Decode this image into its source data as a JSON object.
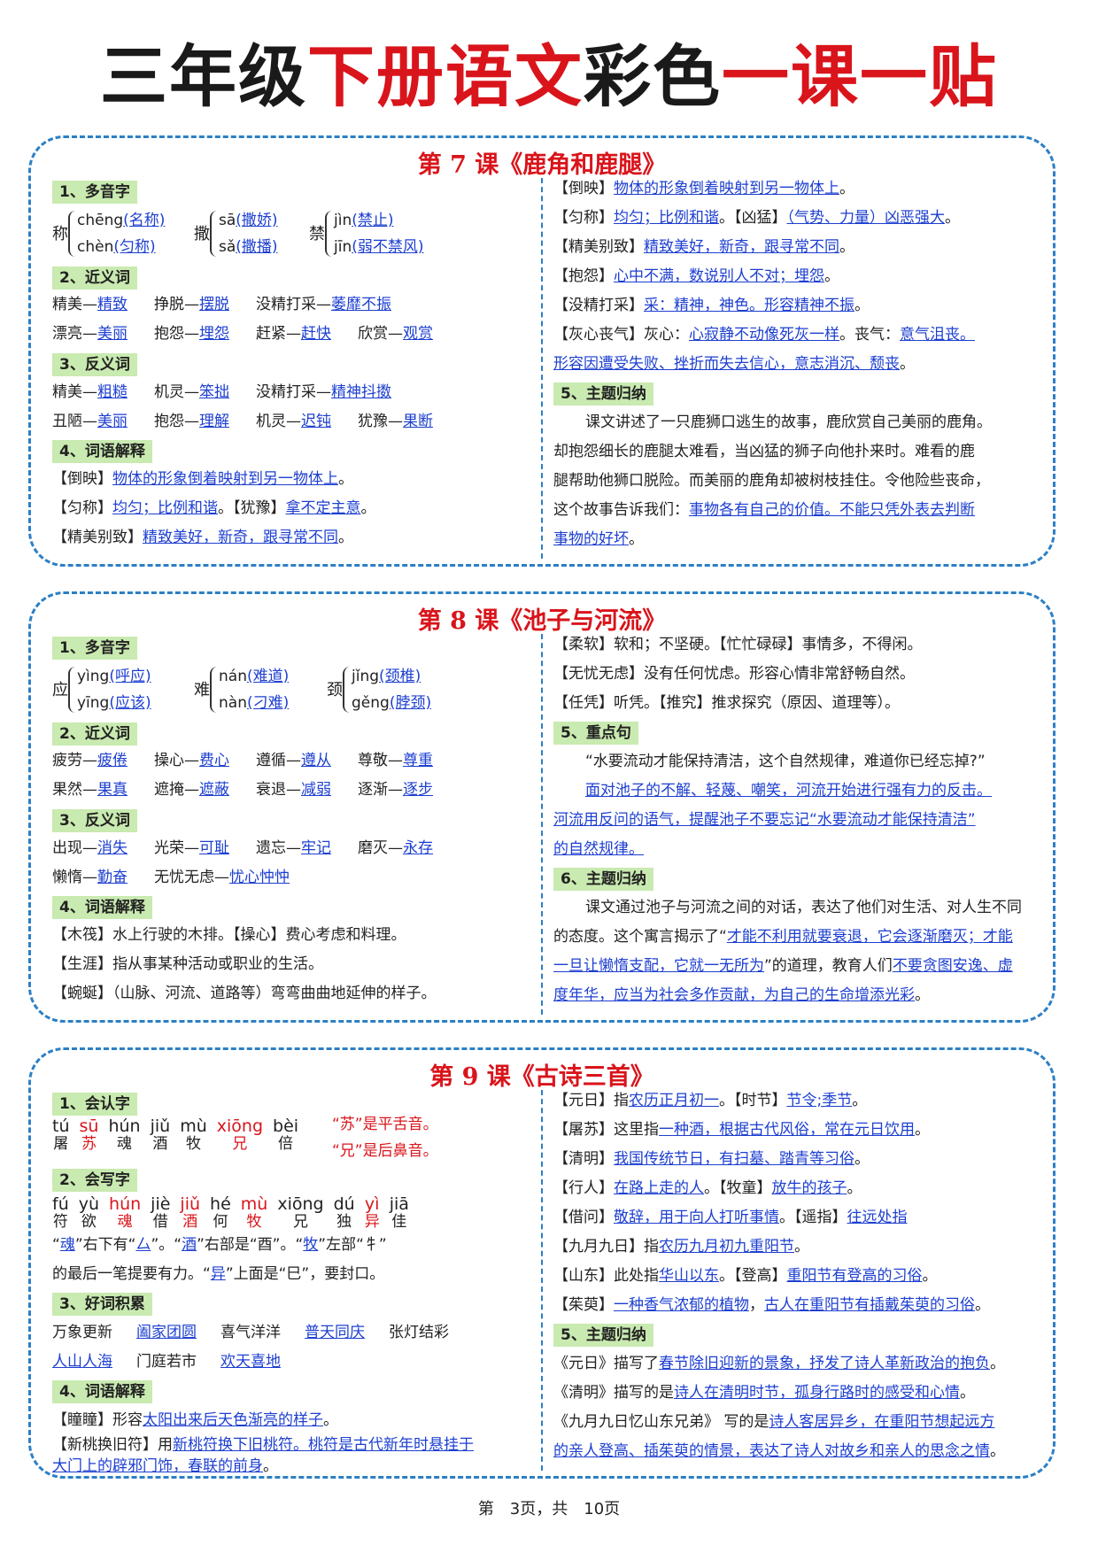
{
  "title": {
    "p1": "三年级",
    "p2": "下册语文",
    "p3": "彩色",
    "p4": "一课一贴"
  },
  "l7": {
    "title": "第 7 课《鹿角和鹿腿》",
    "h1": "1、多音字",
    "h2": "2、近义词",
    "h3": "3、反义词",
    "h4": "4、词语解释",
    "h5": "5、主题归纳",
    "poly": [
      {
        "ch": "称",
        "a": "chēng",
        "aw": "(名称)",
        "b": "chèn",
        "bw": "(匀称)"
      },
      {
        "ch": "撒",
        "a": "sā",
        "aw": "(撒娇)",
        "b": "sǎ",
        "bw": "(撒播)"
      },
      {
        "ch": "禁",
        "a": "jìn",
        "aw": "(禁止)",
        "b": "jīn",
        "bw": "(弱不禁风)"
      }
    ],
    "syn1": [
      "精美—",
      "精致",
      "挣脱—",
      "摆脱",
      "没精打采—",
      "萎靡不振"
    ],
    "syn2": [
      "漂亮—",
      "美丽",
      "抱怨—",
      "埋怨",
      "赶紧—",
      "赶快",
      "欣赏—",
      "观赏"
    ],
    "ant1": [
      "精美—",
      "粗糙",
      "机灵—",
      "笨拙",
      "没精打采—",
      "精神抖擞"
    ],
    "ant2": [
      "丑陋—",
      "美丽",
      "抱怨—",
      "理解",
      "机灵—",
      "迟钝",
      "犹豫—",
      "果断"
    ],
    "e1": [
      "【倒映】",
      "物体的形象倒着映射到另一物体上",
      "。"
    ],
    "e2": [
      "【匀称】",
      "均匀；比例和谐",
      "。【犹豫】",
      "拿不定主意",
      "。"
    ],
    "e3": [
      "【精美别致】",
      "精致美好，新奇，跟寻常不同",
      "。"
    ],
    "r1": [
      "【倒映】",
      "物体的形象倒着映射到另一物体上",
      "。"
    ],
    "r2": [
      "【匀称】",
      "均匀；比例和谐",
      "。【凶猛】",
      "（气势、力量）凶恶强大",
      "。"
    ],
    "r3": [
      "【精美别致】",
      "精致美好，新奇，跟寻常不同",
      "。"
    ],
    "r4": [
      "【抱怨】",
      "心中不满，数说别人不对；埋怨",
      "。"
    ],
    "r5": [
      "【没精打采】",
      "采：精神，神色。形容精神不振",
      "。"
    ],
    "r6": [
      "【灰心丧气】灰心：",
      "心寂静不动像死灰一样",
      "。丧气：",
      "意气沮丧。"
    ],
    "r7": "形容因遭受失败、挫折而失去信心，意志消沉、颓丧",
    "r7e": "。",
    "t1": "课文讲述了一只鹿狮口逃生的故事，鹿欣赏自己美丽的鹿角。",
    "t2": "却抱怨细长的鹿腿太难看，当凶猛的狮子向他扑来时。难看的鹿",
    "t3": "腿帮助他狮口脱险。而美丽的鹿角却被树枝挂住。令他险些丧命，",
    "t4a": "这个故事告诉我们：",
    "t4b": "事物各有自己的价值。不能只凭外表去判断",
    "t5": "事物的好坏",
    "t5e": "。"
  },
  "l8": {
    "title": "第 8 课《池子与河流》",
    "h1": "1、多音字",
    "h2": "2、近义词",
    "h3": "3、反义词",
    "h4": "4、词语解释",
    "h5": "5、重点句",
    "h6": "6、主题归纳",
    "poly": [
      {
        "ch": "应",
        "a": "yìng",
        "aw": "(呼应)",
        "b": "yīng",
        "bw": "(应该)"
      },
      {
        "ch": "难",
        "a": "nán",
        "aw": "(难道)",
        "b": "nàn",
        "bw": "(刁难)"
      },
      {
        "ch": "颈",
        "a": "jǐng",
        "aw": "(颈椎)",
        "b": "gěng",
        "bw": "(脖颈)"
      }
    ],
    "syn1": [
      "疲劳—",
      "疲倦",
      "操心—",
      "费心",
      "遵循—",
      "遵从",
      "尊敬—",
      "尊重"
    ],
    "syn2": [
      "果然—",
      "果真",
      "遮掩—",
      "遮蔽",
      "衰退—",
      "减弱",
      "逐渐—",
      "逐步"
    ],
    "ant1": [
      "出现—",
      "消失",
      "光荣—",
      "可耻",
      "遗忘—",
      "牢记",
      "磨灭—",
      "永存"
    ],
    "ant2": [
      "懒惰—",
      "勤奋",
      "无忧无虑—",
      "忧心忡忡"
    ],
    "e1": "【木筏】水上行驶的木排。【操心】费心考虑和料理。",
    "e2": "【生涯】指从事某种活动或职业的生活。",
    "e3": "【蜿蜒】（山脉、河流、道路等）弯弯曲曲地延伸的样子。",
    "r1": "【柔软】软和；不坚硬。【忙忙碌碌】事情多，不得闲。",
    "r2": "【无忧无虑】没有任何忧虑。形容心情非常舒畅自然。",
    "r3": "【任凭】听凭。【推究】推求探究（原因、道理等）。",
    "k1": "“水要流动才能保持清洁，这个自然规律，难道你已经忘掉?”",
    "k2": "面对池子的不解、轻蔑、嘲笑，河流开始进行强有力的反击。",
    "k3": "河流用反问的语气，提醒池子不要忘记“水要流动才能保持清洁”",
    "k4": "的自然规律。",
    "t1": "课文通过池子与河流之间的对话，表达了他们对生活、对人生不同",
    "t2a": "的态度。这个寓言揭示了“",
    "t2b": "才能不利用就要衰退，它会逐渐磨灭；才能",
    "t3a": "一旦让懒惰支配，它就一无所为",
    "t3b": "”的道理，教育人们",
    "t3c": "不要贪图安逸、虚",
    "t4": "度年华，应当为社会多作贡献，为自己的生命增添光彩",
    "t4e": "。"
  },
  "l9": {
    "title": "第 9 课《古诗三首》",
    "h1": "1、会认字",
    "h2": "2、会写字",
    "h3": "3、好词积累",
    "h4": "4、词语解释",
    "h5": "5、主题归纳",
    "read": [
      {
        "p": "tú",
        "c": "屠",
        "red": false
      },
      {
        "p": "sū",
        "c": "苏",
        "red": true
      },
      {
        "p": "hún",
        "c": "魂",
        "red": false
      },
      {
        "p": "jiǔ",
        "c": "酒",
        "red": false
      },
      {
        "p": "mù",
        "c": "牧",
        "red": false
      },
      {
        "p": "xiōng",
        "c": "兄",
        "red": true
      },
      {
        "p": "bèi",
        "c": "倍",
        "red": false
      }
    ],
    "note1": "“苏”是平舌音。",
    "note2": "“兄”是后鼻音。",
    "write": [
      {
        "p": "fú",
        "c": "符",
        "red": false
      },
      {
        "p": "yù",
        "c": "欲",
        "red": false
      },
      {
        "p": "hún",
        "c": "魂",
        "red": true
      },
      {
        "p": "jiè",
        "c": "借",
        "red": false
      },
      {
        "p": "jiǔ",
        "c": "酒",
        "red": true
      },
      {
        "p": "hé",
        "c": "何",
        "red": false
      },
      {
        "p": "mù",
        "c": "牧",
        "red": true
      },
      {
        "p": "xiōng",
        "c": "兄",
        "red": false
      },
      {
        "p": "dú",
        "c": "独",
        "red": false
      },
      {
        "p": "yì",
        "c": "异",
        "red": true
      },
      {
        "p": "jiā",
        "c": "佳",
        "red": false
      }
    ],
    "w1": [
      "“",
      "魂",
      "”右下有“",
      "厶",
      "”。“",
      "酒",
      "”右部是“酉”。“",
      "牧",
      "”左部“牜”"
    ],
    "w2": [
      "的最后一笔提要有力。“",
      "异",
      "”上面是“巳”，要封口。"
    ],
    "g1": [
      "万象更新",
      "阖家团圆",
      "喜气洋洋",
      "普天同庆",
      "张灯结彩"
    ],
    "g2": [
      "人山人海",
      "门庭若市",
      "欢天喜地"
    ],
    "e1": [
      "【瞳瞳】形容",
      "太阳出来后天色渐亮的样子",
      "。"
    ],
    "e2": [
      "【新桃换旧符】用",
      "新桃符换下旧桃符。桃符是古代新年时悬挂于"
    ],
    "e3": [
      "大门上的辟邪门饰，春联的前身",
      "。"
    ],
    "r1": [
      "【元日】指",
      "农历正月初一",
      "。【时节】",
      "节令;季节",
      "。"
    ],
    "r2": [
      "【屠苏】这里指",
      "一种酒，根据古代风俗，常在元日饮用",
      "。"
    ],
    "r3": [
      "【清明】",
      "我国传统节日，有扫墓、踏青等习俗",
      "。"
    ],
    "r4": [
      "【行人】",
      "在路上走的人",
      "。【牧童】",
      "放牛的孩子",
      "。"
    ],
    "r5": [
      "【借问】",
      "敬辞，用于向人打听事情",
      "。【遥指】",
      "往远处指"
    ],
    "r6": [
      "【九月九日】指",
      "农历九月初九重阳节",
      "。"
    ],
    "r7": [
      "【山东】此处指",
      "华山以东",
      "。【登高】",
      "重阳节有登高的习俗",
      "。"
    ],
    "r8": [
      "【茱萸】",
      "一种香气浓郁的植物",
      "，",
      "古人在重阳节有插戴茱萸的习俗",
      "。"
    ],
    "s1": [
      "《元日》描写了",
      "春节除旧迎新的景象，抒发了诗人革新政治的抱负",
      "。"
    ],
    "s2": [
      "《清明》描写的是",
      "诗人在清明时节，孤身行路时的感受和心情",
      "。"
    ],
    "s3": [
      "《九月九日忆山东兄弟》 写的是",
      "诗人客居异乡，在重阳节想起远方"
    ],
    "s4": [
      "的亲人登高、插茱萸的情景，表达了诗人对故乡和亲人的思念之情",
      "。"
    ]
  },
  "footer": "第　3页，共　10页",
  "colors": {
    "accent_blue": "#2c7fc6",
    "title_red": "#d9141b",
    "link_blue": "#1d3fd0",
    "heading_green": "#c9eab0"
  }
}
